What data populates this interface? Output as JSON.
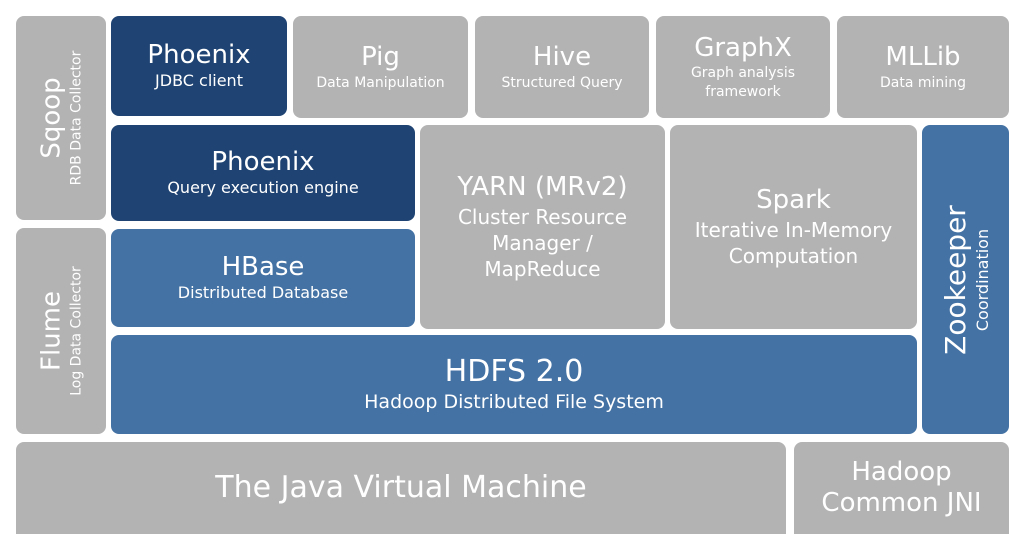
{
  "blocks": {
    "sqoop": {
      "title": "Sqoop",
      "subtitle": "RDB Data Collector"
    },
    "flume": {
      "title": "Flume",
      "subtitle": "Log Data Collector"
    },
    "phoenix_jdbc": {
      "title": "Phoenix",
      "subtitle": "JDBC client"
    },
    "pig": {
      "title": "Pig",
      "subtitle": "Data Manipulation"
    },
    "hive": {
      "title": "Hive",
      "subtitle": "Structured Query"
    },
    "graphx": {
      "title": "GraphX",
      "subtitle_line1": "Graph analysis",
      "subtitle_line2": "framework"
    },
    "mllib": {
      "title": "MLLib",
      "subtitle": "Data mining"
    },
    "phoenix_engine": {
      "title": "Phoenix",
      "subtitle": "Query execution engine"
    },
    "hbase": {
      "title": "HBase",
      "subtitle": "Distributed Database"
    },
    "yarn": {
      "title": "YARN (MRv2)",
      "line1": "Cluster Resource",
      "line2": "Manager /",
      "line3": "MapReduce"
    },
    "spark": {
      "title": "Spark",
      "line1": "Iterative In-Memory",
      "line2": "Computation"
    },
    "zookeeper": {
      "title": "Zookeeper",
      "subtitle": "Coordination"
    },
    "hdfs": {
      "title": "HDFS 2.0",
      "subtitle": "Hadoop Distributed File System"
    },
    "jvm": {
      "title": "The Java Virtual Machine"
    },
    "jni": {
      "line1": "Hadoop",
      "line2": "Common JNI"
    }
  },
  "colors": {
    "gray": "#b3b3b3",
    "navy": "#1f4473",
    "steel": "#4472a4"
  }
}
